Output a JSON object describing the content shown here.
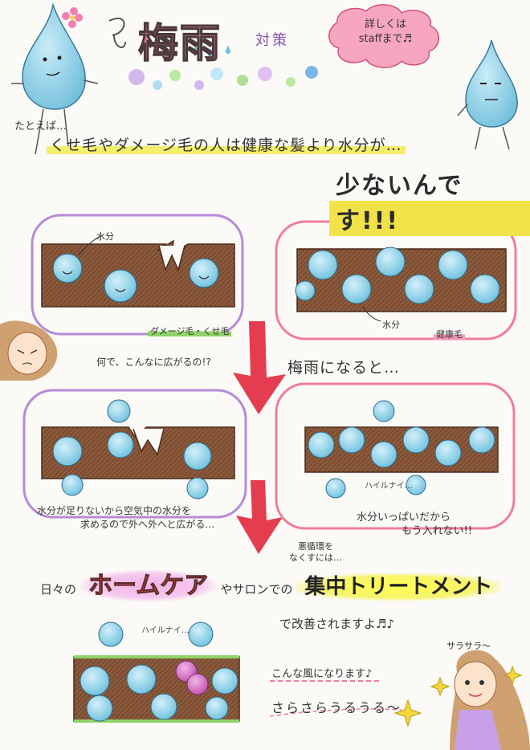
{
  "title": {
    "main": "梅雨",
    "sub": "対策"
  },
  "callout": {
    "line1": "詳しくは",
    "line2": "staffまで♬"
  },
  "intro": {
    "lead": "たとえば…",
    "line1": "くせ毛やダメージ毛の人は健康な髪より水分が…",
    "emphasis": "少ないんです!!!"
  },
  "panels": {
    "damaged_label": "ダメージ毛・くせ毛",
    "healthy_label": "健康毛",
    "water_label_top": "水分",
    "water_label_bottom": "水分"
  },
  "middle": {
    "question": "何で、こんなに広がるの!?",
    "tsuyu": "梅雨になると…"
  },
  "lower_panels": {
    "left_desc_line1": "水分が足りないから空気中の水分を",
    "left_desc_line2": "求めるので外へ外へと広がる…",
    "right_desc_line1": "水分いっぱいだから",
    "right_desc_line2": "もう入れない!!",
    "hairitai": "ハイルナイ…"
  },
  "solution": {
    "akujun_line1": "悪循環を",
    "akujun_line2": "なくすには…",
    "prefix": "日々の",
    "home_care": "ホームケア",
    "mid": "やサロンでの",
    "treatment": "集中トリートメント",
    "result": "で改善されますよ♬♪"
  },
  "bottom": {
    "hairitai": "ハイルナイ…",
    "konna": "こんな風になります♪",
    "sarasara": "さらさらうるうる〜",
    "sarasara_girl": "サラサラ〜"
  },
  "colors": {
    "accent_pink": "#f07cae",
    "water_blue": "#7ec8e3",
    "hair_brown": "#8b5a3c",
    "arrow_red": "#e0283c",
    "highlight_yellow": "#f3ef6a",
    "highlight_green": "#8fd36a",
    "frame_purple": "#b68ad8",
    "frame_pink": "#f07ca0"
  },
  "icons": [
    "water-drop-character-icon",
    "flower-icon",
    "down-arrow-icon",
    "sparkle-icon",
    "girl-character-icon",
    "music-note-icon"
  ]
}
